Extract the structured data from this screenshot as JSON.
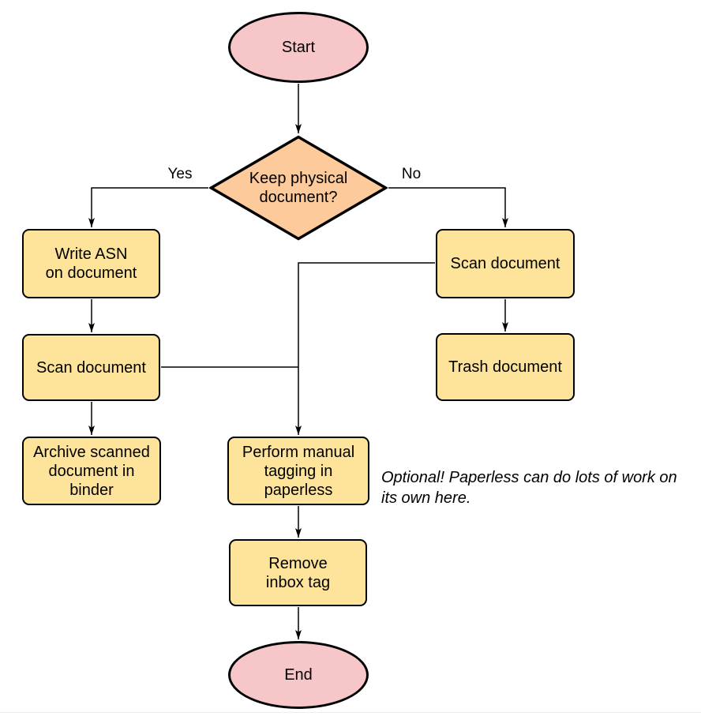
{
  "colors": {
    "pink": "#F6C6C9",
    "yellow": "#FEE49B",
    "orange": "#FCCA9B",
    "stroke": "#000000",
    "text": "#000000",
    "page_edge": "#EDEDED"
  },
  "nodes": {
    "start": {
      "label": "Start",
      "shape": "ellipse"
    },
    "decision": {
      "label": "Keep physical\ndocument?",
      "shape": "diamond"
    },
    "write_asn": {
      "label": "Write ASN\non document",
      "shape": "rect"
    },
    "scan_left": {
      "label": "Scan document",
      "shape": "rect"
    },
    "archive": {
      "label": "Archive scanned\ndocument in\nbinder",
      "shape": "rect"
    },
    "scan_right": {
      "label": "Scan document",
      "shape": "rect"
    },
    "trash": {
      "label": "Trash document",
      "shape": "rect"
    },
    "tagging": {
      "label": "Perform manual\ntagging in\npaperless",
      "shape": "rect"
    },
    "remove_inbox": {
      "label": "Remove\ninbox tag",
      "shape": "rect"
    },
    "end": {
      "label": "End",
      "shape": "ellipse"
    }
  },
  "edge_labels": {
    "yes": "Yes",
    "no": "No"
  },
  "note": {
    "text": "Optional! Paperless can do lots of work on\nits own here."
  }
}
